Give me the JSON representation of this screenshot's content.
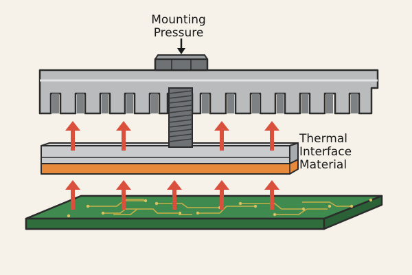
{
  "labels": {
    "pressure_line1": "Mounting",
    "pressure_line2": "Pressure",
    "tim_line1": "Thermal",
    "tim_line2": "Interface",
    "tim_line3": "Material"
  },
  "colors": {
    "background": "#f6f1e9",
    "heatsink": "#b9bbbd",
    "heatsink_shade": "#8e9193",
    "outline": "#2b2b2b",
    "bolt": "#6f7275",
    "plate_top": "#c9cbcc",
    "plate_side": "#a9acae",
    "tim": "#e88a3c",
    "pcb": "#3f8a4e",
    "pcb_trace": "#c9b04a",
    "arrow": "#d9503c"
  },
  "icons": {
    "pressure_arrow": "arrow-down-icon",
    "heat_arrow": "arrow-up-icon"
  }
}
